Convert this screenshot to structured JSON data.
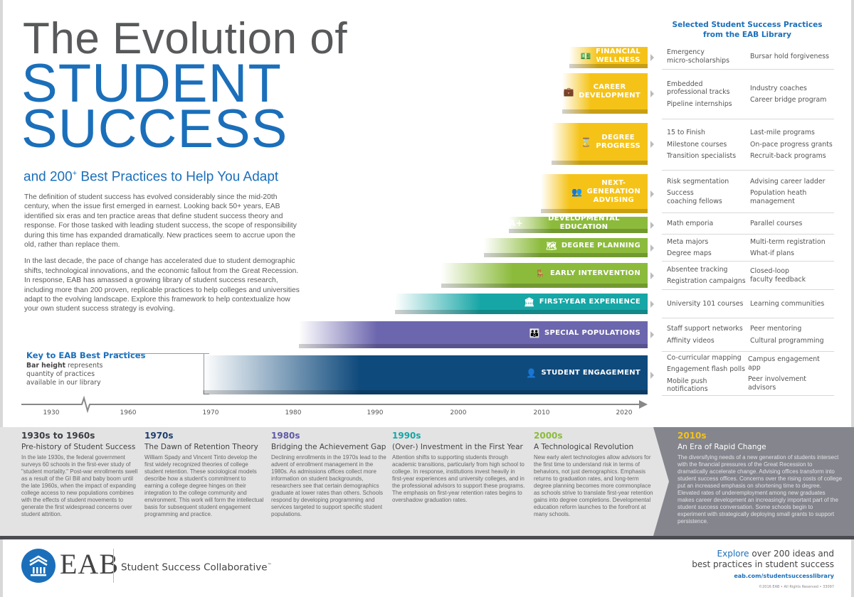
{
  "header": {
    "title_line1": "The Evolution of",
    "title_line2": "STUDENT",
    "title_line3": "SUCCESS",
    "subtitle_pre": "and 200",
    "subtitle_sup": "+",
    "subtitle_post": " Best Practices to Help You Adapt"
  },
  "intro": {
    "p1": "The definition of student success has evolved considerably since the mid-20th century, when the issue first emerged in earnest. Looking back 50+ years, EAB identified six eras and ten practice areas that define student success theory and response. For those tasked with leading student success, the scope of responsibility during this time has expanded dramatically. New practices seem to accrue upon the old, rather than replace them.",
    "p2": "In the last decade, the pace of change has accelerated due to student demographic shifts, technological innovations, and the economic fallout from the Great Recession. In response, EAB has amassed a growing library of student success research, including more than 200 proven, replicable practices to help colleges and universities adapt to the evolving landscape. Explore this framework to help contextualize how your own student success strategy is evolving."
  },
  "key": {
    "title": "Key to EAB Best Practices",
    "bold": "Bar height",
    "text": " represents quantity of practices available in our library"
  },
  "practices_title": "Selected Student Success Practices from the EAB Library",
  "colors": {
    "yellow": "#f5c318",
    "green": "#8cbb3c",
    "teal": "#17a6a6",
    "purple": "#6c66ae",
    "navy": "#0f4a7c",
    "brand_blue": "#1b6fba"
  },
  "practice_areas": [
    {
      "label": "FINANCIAL\nWELLNESS",
      "icon": "money-icon",
      "color": "#f5c318",
      "practices": [
        [
          "Emergency\nmicro-scholarships"
        ],
        [
          "Bursar hold forgiveness"
        ]
      ]
    },
    {
      "label": "CAREER\nDEVELOPMENT",
      "icon": "briefcase-icon",
      "color": "#f5c318",
      "practices": [
        [
          "Embedded\nprofessional tracks",
          "Pipeline internships"
        ],
        [
          "Industry coaches",
          "Career bridge program"
        ]
      ]
    },
    {
      "label": "DEGREE\nPROGRESS",
      "icon": "hourglass-icon",
      "color": "#f5c318",
      "practices": [
        [
          "15 to Finish",
          "Milestone courses",
          "Transition specialists"
        ],
        [
          "Last-mile programs",
          "On-pace progress grants",
          "Recruit-back programs"
        ]
      ]
    },
    {
      "label": "NEXT-\nGENERATION\nADVISING",
      "icon": "advising-icon",
      "color": "#f5c318",
      "practices": [
        [
          "Risk segmentation",
          "Success\ncoaching fellows"
        ],
        [
          "Advising career ladder",
          "Population heath\nmanagement"
        ]
      ]
    },
    {
      "label": "DEVELOPMENTAL EDUCATION",
      "icon": "a-plus-icon",
      "color": "#8cbb3c",
      "practices": [
        [
          "Math emporia"
        ],
        [
          "Parallel courses"
        ]
      ]
    },
    {
      "label": "DEGREE PLANNING",
      "icon": "map-icon",
      "color": "#8cbb3c",
      "practices": [
        [
          "Meta majors",
          "Degree maps"
        ],
        [
          "Multi-term registration",
          "What-if plans"
        ]
      ]
    },
    {
      "label": "EARLY INTERVENTION",
      "icon": "desk-icon",
      "color": "#8cbb3c",
      "practices": [
        [
          "Absentee tracking",
          "Registration campaigns"
        ],
        [
          "Closed-loop\nfaculty feedback"
        ]
      ]
    },
    {
      "label": "FIRST-YEAR EXPERIENCE",
      "icon": "campus-building-icon",
      "color": "#17a6a6",
      "practices": [
        [
          "University 101 courses"
        ],
        [
          "Learning communities"
        ]
      ]
    },
    {
      "label": "SPECIAL POPULATIONS",
      "icon": "group-icon",
      "color": "#6c66ae",
      "practices": [
        [
          "Staff support networks",
          "Affinity videos"
        ],
        [
          "Peer mentoring",
          "Cultural programming"
        ]
      ]
    },
    {
      "label": "STUDENT ENGAGEMENT",
      "icon": "student-icon",
      "color": "#0f4a7c",
      "practices": [
        [
          "Co-curricular mapping",
          "Engagement flash polls",
          "Mobile push notifications"
        ],
        [
          "Campus engagement app",
          "Peer involvement advisors"
        ]
      ]
    }
  ],
  "timeline_ticks": [
    "1930",
    "1960",
    "1970",
    "1980",
    "1990",
    "2000",
    "2010",
    "2020"
  ],
  "eras": [
    {
      "decade": "1930s to 1960s",
      "color": "#3b3d44",
      "name": "Pre-history of Student Success",
      "text": "In the late 1930s, the federal government surveys 60 schools in the first-ever study of \"student mortality.\" Post-war enrollments swell as a result of the GI Bill and baby boom until the late 1960s, when the impact of expanding college access to new populations combines with the effects of student movements to generate the first widespread concerns over student attrition."
    },
    {
      "decade": "1970s",
      "color": "#1d3f6e",
      "name": "The Dawn of Retention Theory",
      "text": "William Spady and Vincent Tinto develop the first widely recognized theories of college student retention. These sociological models describe how a student's commitment to earning a college degree hinges on their integration to the college community and environment. This work will form the intellectual basis for subsequent student engagement programming and practice."
    },
    {
      "decade": "1980s",
      "color": "#5f5aa6",
      "name": "Bridging the Achievement Gap",
      "text": "Declining enrollments in the 1970s lead to the advent of enrollment management in the 1980s. As admissions offices collect more information on student backgrounds, researchers see that certain demographics graduate at lower rates than others. Schools respond by developing programming and services targeted to support specific student populations."
    },
    {
      "decade": "1990s",
      "color": "#17a6a6",
      "name": "(Over-) Investment in the First Year",
      "text": "Attention shifts to supporting students through academic transitions, particularly from high school to college. In response, institutions invest heavily in first-year experiences and university colleges, and in the professional advisors to support these programs. The emphasis on first-year retention rates begins to overshadow graduation rates."
    },
    {
      "decade": "2000s",
      "color": "#8cbb3c",
      "name": "A Technological Revolution",
      "text": "New early alert technologies allow advisors for the first time to understand risk in terms of behaviors, not just demographics. Emphasis returns to graduation rates, and long-term degree planning becomes more commonplace as schools strive to translate first-year retention gains into degree completions. Developmental education reform launches to the forefront at many schools."
    },
    {
      "decade": "2010s",
      "color": "#f5c318",
      "name": "An Era of Rapid Change",
      "text": "The diversifying needs of a new generation of students intersect with the financial pressures of the Great Recession to dramatically accelerate change. Advising offices transform into student success offices. Concerns over the rising costs of college put an increased emphasis on shortening time to degree. Elevated rates of underemployment among new graduates makes career development an increasingly important part of the student success conversation. Some schools begin to experiment with strategically deploying small grants to support persistence."
    }
  ],
  "footer": {
    "logo_text": "EAB",
    "product": "Student Success Collaborative",
    "product_tm": "™",
    "explore_link": "Explore",
    "explore_rest1": " over 200 ideas and",
    "explore_line2": "best practices in student success",
    "url": "eab.com/studentsuccesslibrary",
    "copyright": "©2016 EAB • All Rights Reserved • 33097"
  }
}
